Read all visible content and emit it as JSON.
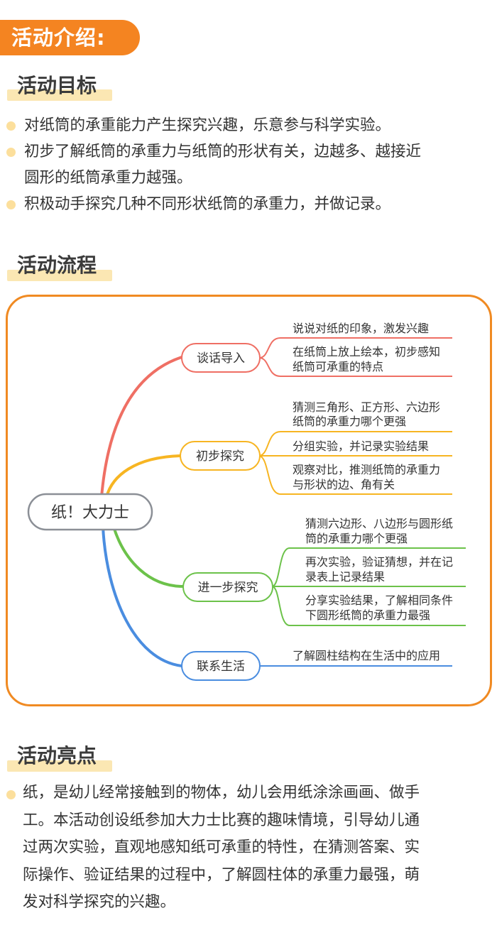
{
  "header": {
    "title": "活动介绍:"
  },
  "goals": {
    "heading": "活动目标",
    "items": [
      [
        "对纸筒的承重能力产生探究兴趣，乐意参与科学实验。"
      ],
      [
        "初步了解纸筒的承重力与纸筒的形状有关，边越多、越接近",
        "圆形的纸筒承重力越强。"
      ],
      [
        "积极动手探究几种不同形状纸筒的承重力，并做记录。"
      ]
    ]
  },
  "process": {
    "heading": "活动流程",
    "root": "纸！大力士",
    "branches": [
      {
        "label": "谈话导入",
        "color": "#ef6f64",
        "leaves": [
          [
            "说说对纸的印象，激发兴趣"
          ],
          [
            "在纸筒上放上绘本，初步感知",
            "纸筒可承重的特点"
          ]
        ]
      },
      {
        "label": "初步探究",
        "color": "#f7b522",
        "leaves": [
          [
            "猜测三角形、正方形、六边形",
            "纸筒的承重力哪个更强"
          ],
          [
            "分组实验，并记录实验结果"
          ],
          [
            "观察对比，推测纸筒的承重力",
            "与形状的边、角有关"
          ]
        ]
      },
      {
        "label": "进一步探究",
        "color": "#6cc24a",
        "leaves": [
          [
            "猜测六边形、八边形与圆形纸",
            "筒的承重力哪个更强"
          ],
          [
            "再次实验，验证猜想，并在记",
            "录表上记录结果"
          ],
          [
            "分享实验结果，了解相同条件",
            "下圆形纸筒的承重力最强"
          ]
        ]
      },
      {
        "label": "联系生活",
        "color": "#4a8de0",
        "leaves": [
          [
            "了解圆柱结构在生活中的应用"
          ]
        ]
      }
    ]
  },
  "highlights": {
    "heading": "活动亮点",
    "lines": [
      "纸，是幼儿经常接触到的物体，幼儿会用纸涂涂画画、做手",
      "工。本活动创设纸参加大力士比赛的趣味情境，引导幼儿通",
      "过两次实验，直观地感知纸可承重的特性，在猜测答案、实",
      "际操作、验证结果的过程中，了解圆柱体的承重力最强，萌",
      "发对科学探究的兴趣。"
    ]
  }
}
